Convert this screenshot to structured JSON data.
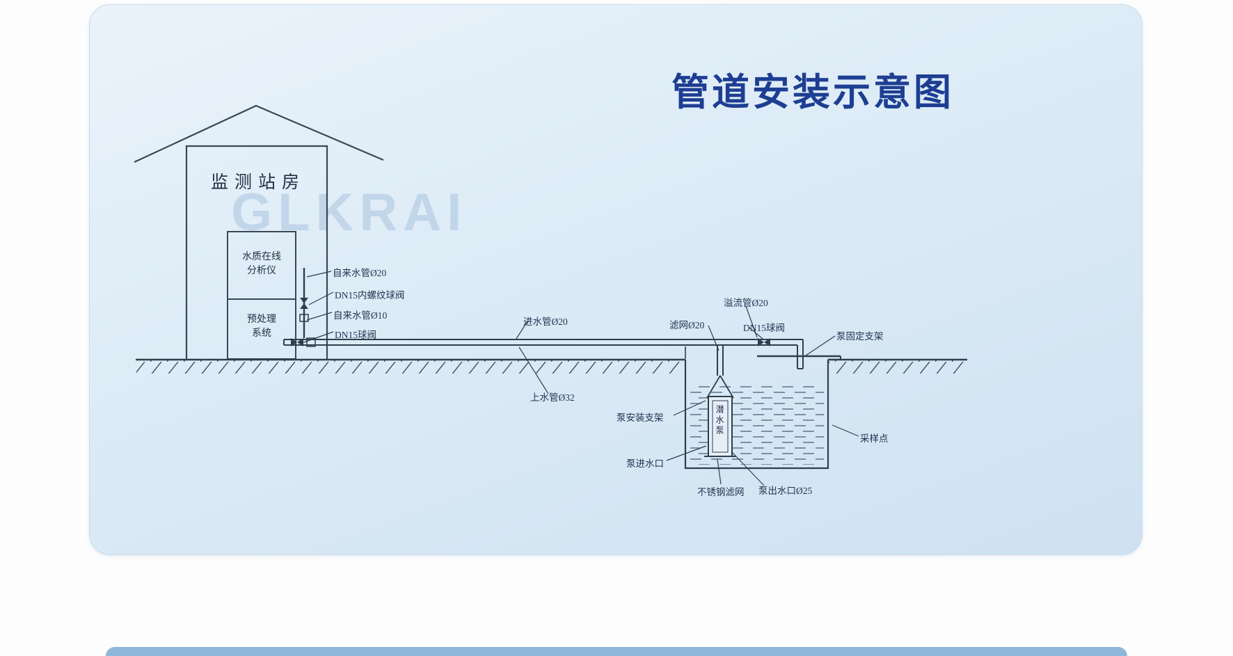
{
  "title": "管道安装示意图",
  "watermark": {
    "brand": "GLKRAI"
  },
  "house": {
    "station_label": "监测站房",
    "analyzer_line1": "水质在线",
    "analyzer_line2": "分析仪",
    "pretreatment_line1": "预处理",
    "pretreatment_line2": "系统"
  },
  "pump_label": "潜水泵",
  "labels": {
    "tap_water_20": "自来水管Ø20",
    "dn15_threaded_ball_valve": "DN15内螺纹球阀",
    "tap_water_10": "自来水管Ø10",
    "dn15_ball_valve_left": "DN15球阀",
    "inlet_pipe_20": "进水管Ø20",
    "supply_pipe_32": "上水管Ø32",
    "filter_20": "滤网Ø20",
    "overflow_pipe_20": "溢流管Ø20",
    "dn15_ball_valve_right": "DN15球阀",
    "pump_fixing_bracket": "泵固定支架",
    "pump_mounting_bracket": "泵安装支架",
    "pump_inlet": "泵进水口",
    "stainless_steel_filter": "不锈钢滤网",
    "pump_outlet_25": "泵出水口Ø25",
    "sampling_point": "采样点"
  }
}
